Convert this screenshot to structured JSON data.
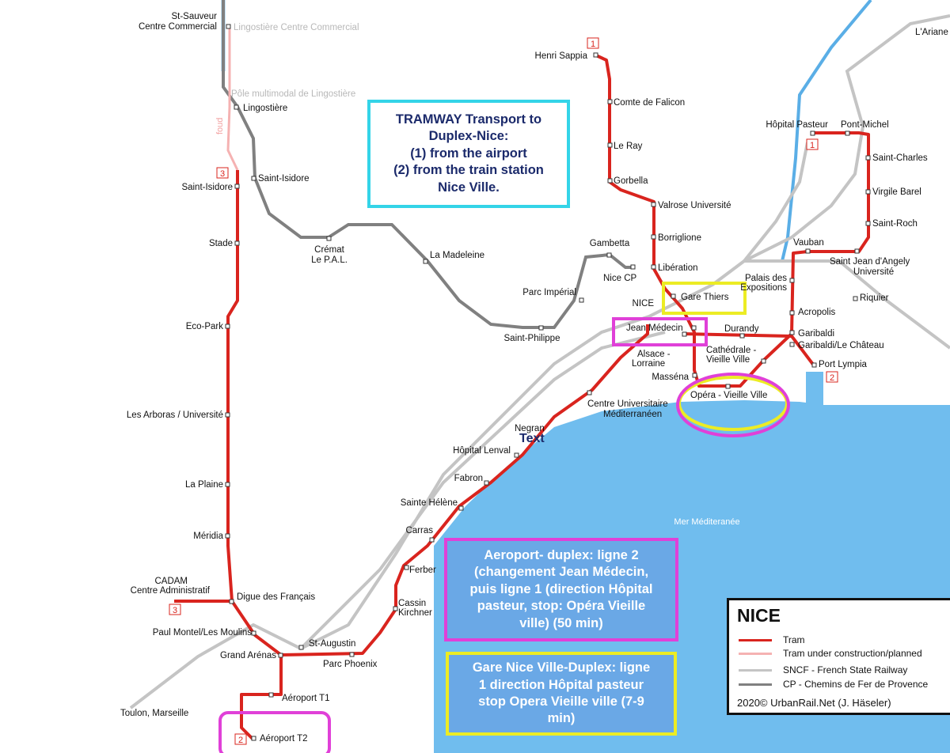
{
  "map": {
    "colors": {
      "tram": "#d9241e",
      "tram_planned": "#f5b2b2",
      "sncf": "#c4c4c4",
      "cp": "#808080",
      "sea": "#70bdee",
      "river": "#5aaee6",
      "cyan_box": "#34d4e8",
      "magenta_box": "#e040d8",
      "yellow_box": "#ecec24"
    },
    "line_badges": [
      "1",
      "1",
      "2",
      "2",
      "3",
      "3"
    ],
    "sea_label": "Mer Méditeranée",
    "overlay_text": "Text",
    "overlay_text_partial": "Negran"
  },
  "stations": {
    "line1": {
      "henri_sappia": "Henri Sappia",
      "comte_de_falicon": "Comte de Falicon",
      "le_ray": "Le Ray",
      "gorbella": "Gorbella",
      "valrose": "Valrose Université",
      "borriglione": "Borriglione",
      "liberation": "Libération",
      "gare_thiers": "Gare Thiers",
      "jean_medecin": "Jean Médecin",
      "massena": "Masséna",
      "opera": "Opéra - Vieille Ville",
      "cathedrale": [
        "Cathédrale -",
        "Vieille Ville"
      ],
      "garibaldi": "Garibaldi",
      "acropolis": "Acropolis",
      "palais": [
        "Palais des",
        "Expositions"
      ],
      "vauban": "Vauban",
      "saint_jean": [
        "Saint Jean d'Angely",
        "Université"
      ],
      "saint_roch": "Saint-Roch",
      "virgile_barel": "Virgile Barel",
      "saint_charles": "Saint-Charles",
      "pont_michel": "Pont-Michel",
      "hopital_pasteur": "Hôpital Pasteur"
    },
    "line2": {
      "durandy": "Durandy",
      "alsace": [
        "Alsace -",
        "Lorraine"
      ],
      "centre_univ": [
        "Centre Universitaire",
        "Méditerranéen"
      ],
      "hopital_lenval": "Hôpital Lenval",
      "fabron": "Fabron",
      "sainte_helene": "Sainte Hélène",
      "carras": "Carras",
      "ferber": "Ferber",
      "cassin": [
        "Cassin",
        "Kirchner"
      ],
      "parc_phoenix": "Parc Phoenix",
      "grand_arenas": "Grand Arénas",
      "aeroport_t1": "Aéroport T1",
      "aeroport_t2": "Aéroport T2",
      "garibaldi_chateau": "Garibaldi/Le Château",
      "port_lympia": "Port Lympia"
    },
    "line3": {
      "st_sauveur": [
        "St-Sauveur",
        "Centre Commercial"
      ],
      "saint_isidore": "Saint-Isidore",
      "stade": "Stade",
      "eco_park": "Eco-Park",
      "arboras": "Les Arboras / Université",
      "la_plaine": "La Plaine",
      "meridia": "Méridia",
      "cadam": [
        "CADAM",
        "Centre Administratif"
      ],
      "digue": "Digue des Français",
      "paul_montel": "Paul Montel/Les Moulins"
    },
    "other": {
      "lingostiere_cc": "Lingostière Centre Commercial",
      "pole_lingostiere": "Pôle multimodal de Lingostière",
      "lingostiere": "Lingostière",
      "saint_isidore_cp": "Saint-Isidore",
      "cremat": [
        "Crémat",
        "Le P.A.L."
      ],
      "la_madeleine": "La Madeleine",
      "parc_imperial": "Parc Impérial",
      "saint_philippe": "Saint-Philippe",
      "gambetta": "Gambetta",
      "nice_cp": "Nice CP",
      "nice": "NICE",
      "riquier": "Riquier",
      "st_augustin": "St-Augustin",
      "toulon": "Toulon, Marseille",
      "ariane": "L'Ariane",
      "foud": "foud"
    }
  },
  "annotations": {
    "tramway_box": [
      "TRAMWAY Transport to",
      "Duplex-Nice:",
      "(1) from the airport",
      "(2) from the train station",
      "Nice Ville."
    ],
    "aeroport_box": [
      "Aeroport- duplex: ligne 2",
      "(changement Jean Médecin,",
      "puis ligne 1 (direction Hôpital",
      "pasteur, stop: Opéra Vieille",
      "ville) (50 min)"
    ],
    "gare_box": [
      "Gare Nice Ville-Duplex: ligne",
      "1 direction Hôpital pasteur",
      "stop Opera Vieille ville (7-9",
      "min)"
    ]
  },
  "legend": {
    "title": "NICE",
    "items": [
      {
        "label": "Tram",
        "color": "#d9241e"
      },
      {
        "label": "Tram under construction/planned",
        "color": "#f5b2b2"
      },
      {
        "label": "SNCF - French State Railway",
        "color": "#c4c4c4"
      },
      {
        "label": "CP - Chemins de Fer de Provence",
        "color": "#808080"
      }
    ],
    "credit": "2020© UrbanRail.Net (J. Häseler)"
  }
}
